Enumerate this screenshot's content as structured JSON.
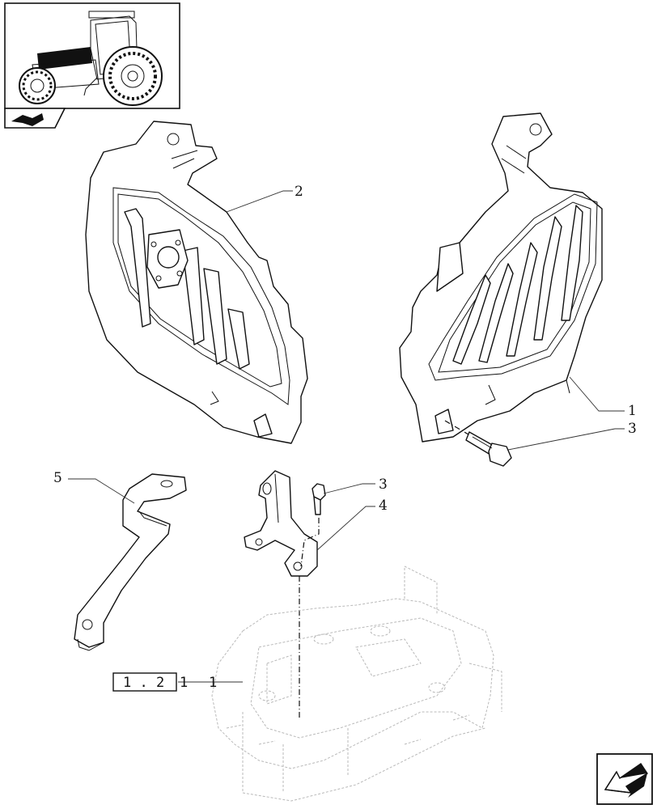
{
  "diagram": {
    "callouts": {
      "c1": "1",
      "c2": "2",
      "c3a": "3",
      "c3b": "3",
      "c4": "4",
      "c5": "5"
    },
    "reference": {
      "box_text": "1 . 2",
      "suffix_a": "1",
      "suffix_b": "1"
    }
  },
  "icons": {
    "thumbnail": "tractor-thumbnail-icon",
    "section": "section-tab-icon",
    "nav": "next-page-arrow-icon"
  }
}
